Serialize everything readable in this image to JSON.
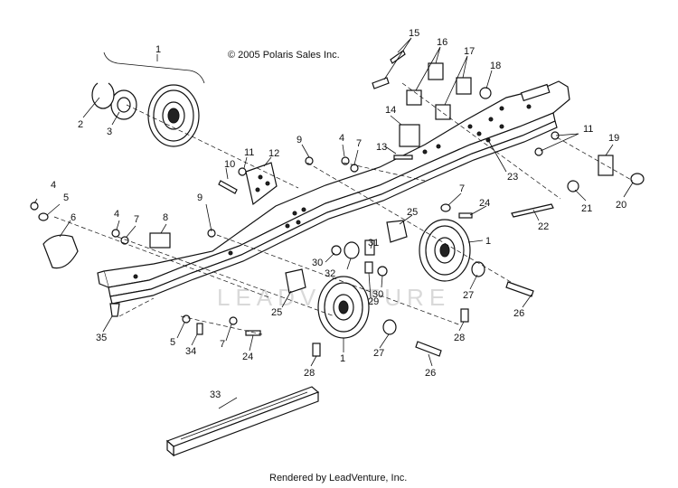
{
  "copyright": "© 2005 Polaris Sales Inc.",
  "footer": "Rendered by LeadVenture, Inc.",
  "watermark": "LEADVENTURE",
  "callouts": [
    {
      "id": "c1a",
      "text": "1"
    },
    {
      "id": "c1b",
      "text": "1"
    },
    {
      "id": "c1c",
      "text": "1"
    },
    {
      "id": "c2",
      "text": "2"
    },
    {
      "id": "c3",
      "text": "3"
    },
    {
      "id": "c4a",
      "text": "4"
    },
    {
      "id": "c4b",
      "text": "4"
    },
    {
      "id": "c4c",
      "text": "4"
    },
    {
      "id": "c5a",
      "text": "5"
    },
    {
      "id": "c5b",
      "text": "5"
    },
    {
      "id": "c6",
      "text": "6"
    },
    {
      "id": "c7a",
      "text": "7"
    },
    {
      "id": "c7b",
      "text": "7"
    },
    {
      "id": "c7c",
      "text": "7"
    },
    {
      "id": "c7d",
      "text": "7"
    },
    {
      "id": "c8",
      "text": "8"
    },
    {
      "id": "c9a",
      "text": "9"
    },
    {
      "id": "c9b",
      "text": "9"
    },
    {
      "id": "c10",
      "text": "10"
    },
    {
      "id": "c11a",
      "text": "11"
    },
    {
      "id": "c11b",
      "text": "11"
    },
    {
      "id": "c12",
      "text": "12"
    },
    {
      "id": "c13",
      "text": "13"
    },
    {
      "id": "c14",
      "text": "14"
    },
    {
      "id": "c15",
      "text": "15"
    },
    {
      "id": "c16",
      "text": "16"
    },
    {
      "id": "c17",
      "text": "17"
    },
    {
      "id": "c18",
      "text": "18"
    },
    {
      "id": "c19",
      "text": "19"
    },
    {
      "id": "c20",
      "text": "20"
    },
    {
      "id": "c21",
      "text": "21"
    },
    {
      "id": "c22",
      "text": "22"
    },
    {
      "id": "c23",
      "text": "23"
    },
    {
      "id": "c24a",
      "text": "24"
    },
    {
      "id": "c24b",
      "text": "24"
    },
    {
      "id": "c25a",
      "text": "25"
    },
    {
      "id": "c25b",
      "text": "25"
    },
    {
      "id": "c26a",
      "text": "26"
    },
    {
      "id": "c26b",
      "text": "26"
    },
    {
      "id": "c27a",
      "text": "27"
    },
    {
      "id": "c27b",
      "text": "27"
    },
    {
      "id": "c28a",
      "text": "28"
    },
    {
      "id": "c28b",
      "text": "28"
    },
    {
      "id": "c29",
      "text": "29"
    },
    {
      "id": "c30a",
      "text": "30"
    },
    {
      "id": "c30b",
      "text": "30"
    },
    {
      "id": "c31",
      "text": "31"
    },
    {
      "id": "c32",
      "text": "32"
    },
    {
      "id": "c33",
      "text": "33"
    },
    {
      "id": "c34",
      "text": "34"
    },
    {
      "id": "c35",
      "text": "35"
    }
  ]
}
